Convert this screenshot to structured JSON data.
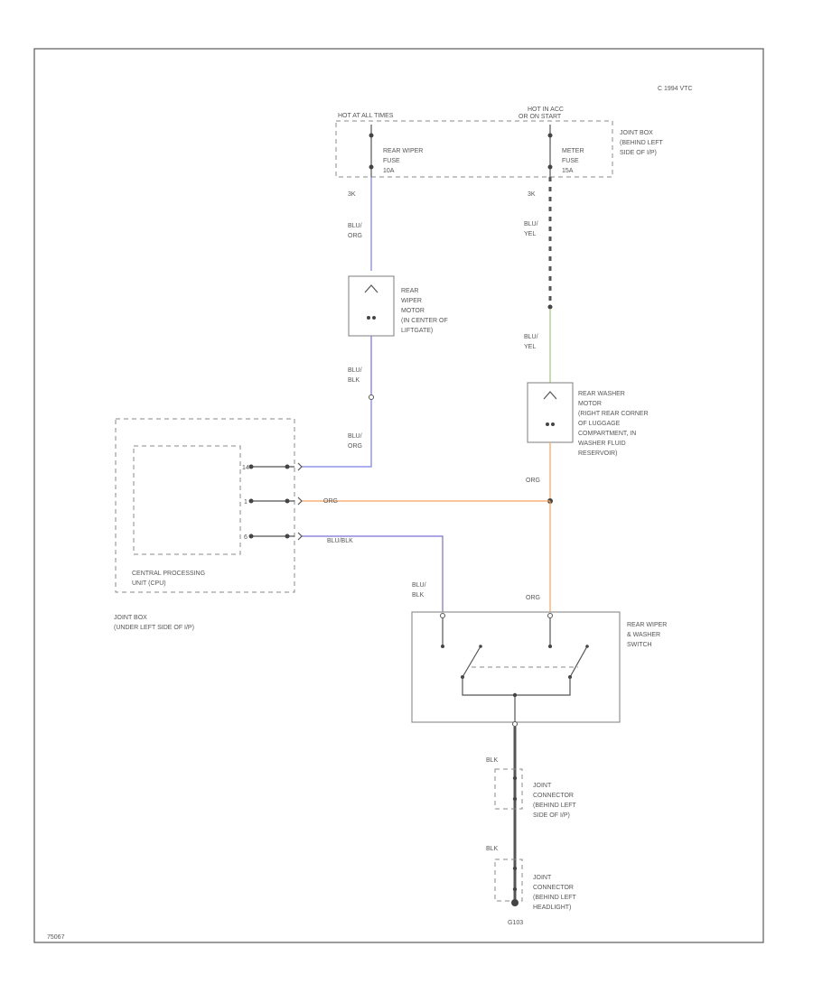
{
  "diagram": {
    "copyright": "C 1994 VTC",
    "footer_id": "75067",
    "colors": {
      "blu_org": "#7b7fe6",
      "blu_blk": "#7a6fd6",
      "org": "#f7a35c",
      "blu_yel": "#a9c07a",
      "blk": "#555555"
    },
    "labels": {
      "hot_battery": "HOT AT ALL TIMES",
      "hot_acc": "HOT IN ACC",
      "hot_acc2": "OR ON START",
      "rear_wiper_fuse": [
        "REAR WIPER",
        "FUSE",
        "10A"
      ],
      "meter_fuse": [
        "METER",
        "FUSE",
        "15A"
      ],
      "joint_box_left": [
        "JOINT BOX",
        "(BEHIND LEFT",
        "SIDE OF I/P)"
      ],
      "wire_left_1": "3K",
      "wire_right_1": "3K",
      "blu_org_1": [
        "BLU/",
        "ORG"
      ],
      "blu_yel_1": [
        "BLU/",
        "YEL"
      ],
      "rear_wiper_motor": [
        "REAR",
        "WIPER",
        "MOTOR",
        "(IN CENTER OF",
        "LIFTGATE)"
      ],
      "blu_blk_1": [
        "BLU/",
        "BLK"
      ],
      "blu_yel_2": [
        "BLU/",
        "YEL"
      ],
      "rear_washer_motor": [
        "REAR WASHER",
        "MOTOR",
        "(RIGHT REAR CORNER",
        "OF LUGGAGE",
        "COMPARTMENT, IN",
        "WASHER FLUID",
        "RESERVOIR)"
      ],
      "blu_org_2": [
        "BLU/",
        "ORG"
      ],
      "org_1": "ORG",
      "org_wire": "ORG",
      "blu_blk_wire": "BLU/BLK",
      "central_processing": [
        "CENTRAL PROCESSING",
        "UNIT (CPU)"
      ],
      "joint_box_under": [
        "JOINT BOX",
        "(UNDER LEFT SIDE OF I/P)"
      ],
      "blu_blk_2": [
        "BLU/",
        "BLK"
      ],
      "org_2": "ORG",
      "switch": [
        "REAR WIPER",
        "& WASHER",
        "SWITCH"
      ],
      "blk_1": "BLK",
      "joint_conn_1": [
        "JOINT",
        "CONNECTOR",
        "(BEHIND LEFT",
        "SIDE OF I/P)"
      ],
      "blk_2": "BLK",
      "joint_conn_2": [
        "JOINT",
        "CONNECTOR",
        "(BEHIND LEFT",
        "HEADLIGHT)"
      ],
      "ground": "G103",
      "pin_14": "14",
      "pin_1": "1",
      "pin_6": "6"
    }
  }
}
